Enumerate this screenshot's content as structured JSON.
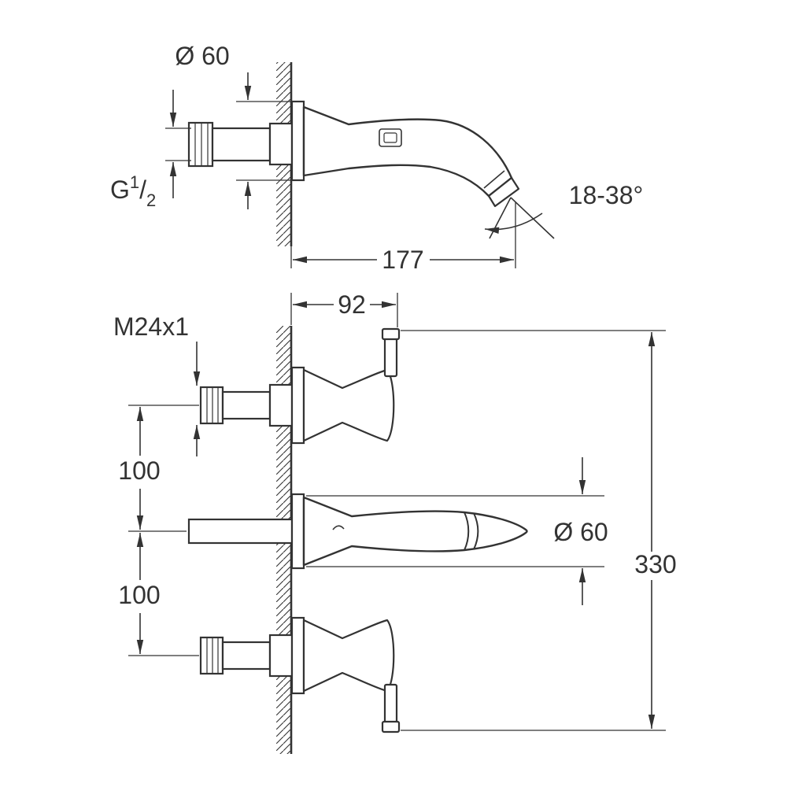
{
  "side_view": {
    "escutcheon_diameter": "Ø 60",
    "thread": {
      "g": "G",
      "num": "1",
      "slash": "/",
      "den": "2"
    },
    "spout_angle": "18-38°",
    "projection": "177"
  },
  "plan_view": {
    "handle_projection": "92",
    "connection_thread": "M24x1",
    "spacing_upper": "100",
    "spacing_lower": "100",
    "escutcheon_diameter": "Ø 60",
    "overall_span": "330"
  },
  "colors": {
    "line": "#333333",
    "background": "#ffffff"
  }
}
